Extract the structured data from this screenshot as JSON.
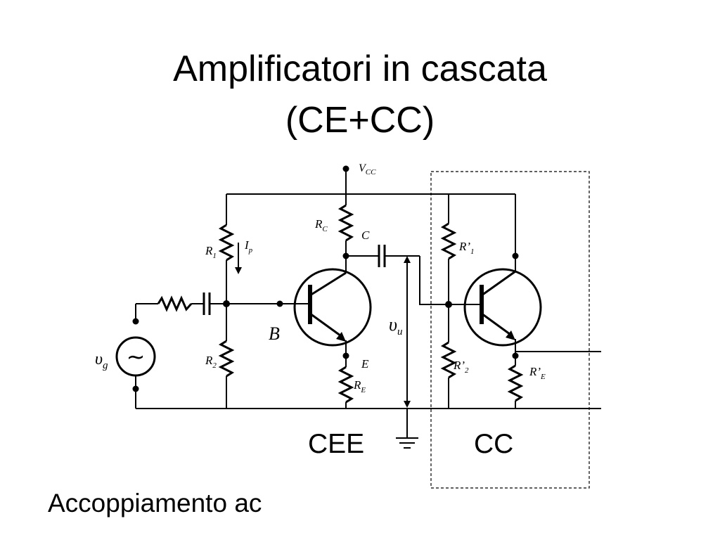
{
  "title": {
    "line1": "Amplificatori in cascata",
    "line2": "(CE+CC)"
  },
  "subtitle": "Accoppiamento ac",
  "stage_labels": {
    "left": "CEE",
    "right": "CC"
  },
  "circuit": {
    "vcc": {
      "main": "V",
      "sub": "CC"
    },
    "r1": {
      "main": "R",
      "sub": "1"
    },
    "r2": {
      "main": "R",
      "sub": "2"
    },
    "rc": {
      "main": "R",
      "sub": "C"
    },
    "re": {
      "main": "R",
      "sub": "E"
    },
    "r1_prime": {
      "main": "R’",
      "sub": "1"
    },
    "r2_prime": {
      "main": "R’",
      "sub": "2"
    },
    "re_prime": {
      "main": "R’",
      "sub": "E"
    },
    "ip": {
      "main": "I",
      "sub": "p"
    },
    "node_c": "C",
    "node_e": "E",
    "node_b": "B",
    "vg": {
      "main": "υ",
      "sub": "g"
    },
    "vu": {
      "main": "υ",
      "sub": "u"
    },
    "source_symbol": "~"
  }
}
